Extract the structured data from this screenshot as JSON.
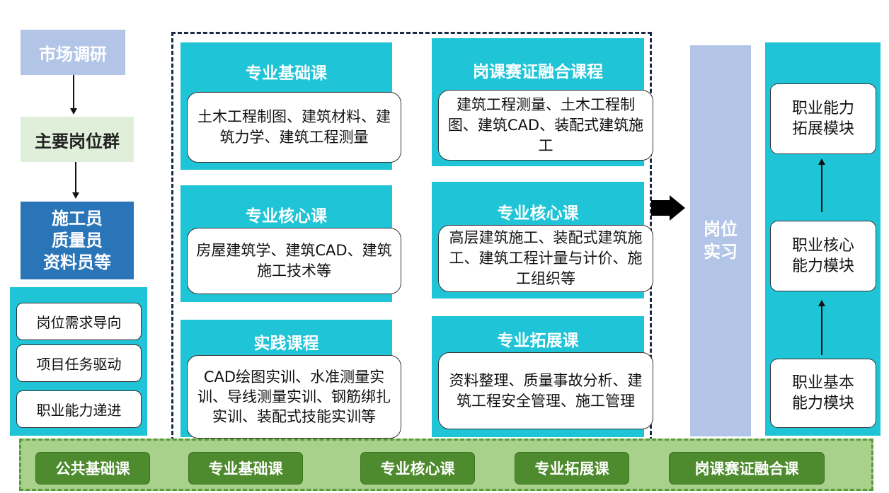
{
  "left": {
    "market": "市场调研",
    "job_group": "主要岗位群",
    "roles": [
      "施工员",
      "质量员",
      "资料员等"
    ],
    "principles": [
      "岗位需求导向",
      "项目任务驱动",
      "职业能力递进"
    ]
  },
  "courses": {
    "basic": {
      "title": "专业基础课",
      "content": "土木工程制图、建筑材料、建筑力学、建筑工程测量"
    },
    "core": {
      "title": "专业核心课",
      "content": "房屋建筑学、建筑CAD、建筑施工技术等"
    },
    "practice": {
      "title": "实践课程",
      "content": "CAD绘图实训、水准测量实训、导线测量实训、钢筋绑扎实训、装配式技能实训等"
    },
    "integrated": {
      "title": "岗课赛证融合课程",
      "content": "建筑工程测量、土木工程制图、建筑CAD、装配式建筑施工"
    },
    "core2": {
      "title": "专业核心课",
      "content": "高层建筑施工、装配式建筑施工、建筑工程计量与计价、施工组织等"
    },
    "extension": {
      "title": "专业拓展课",
      "content": "资料整理、质量事故分析、建筑工程安全管理、施工管理"
    }
  },
  "internship": [
    "岗位",
    "实习"
  ],
  "modules": {
    "top": [
      "职业能力",
      "拓展模块"
    ],
    "middle": [
      "职业核心",
      "能力模块"
    ],
    "bottom": [
      "职业基本",
      "能力模块"
    ]
  },
  "bottom_tags": [
    "公共基础课",
    "专业基础课",
    "专业核心课",
    "专业拓展课",
    "岗课赛证融合课"
  ]
}
